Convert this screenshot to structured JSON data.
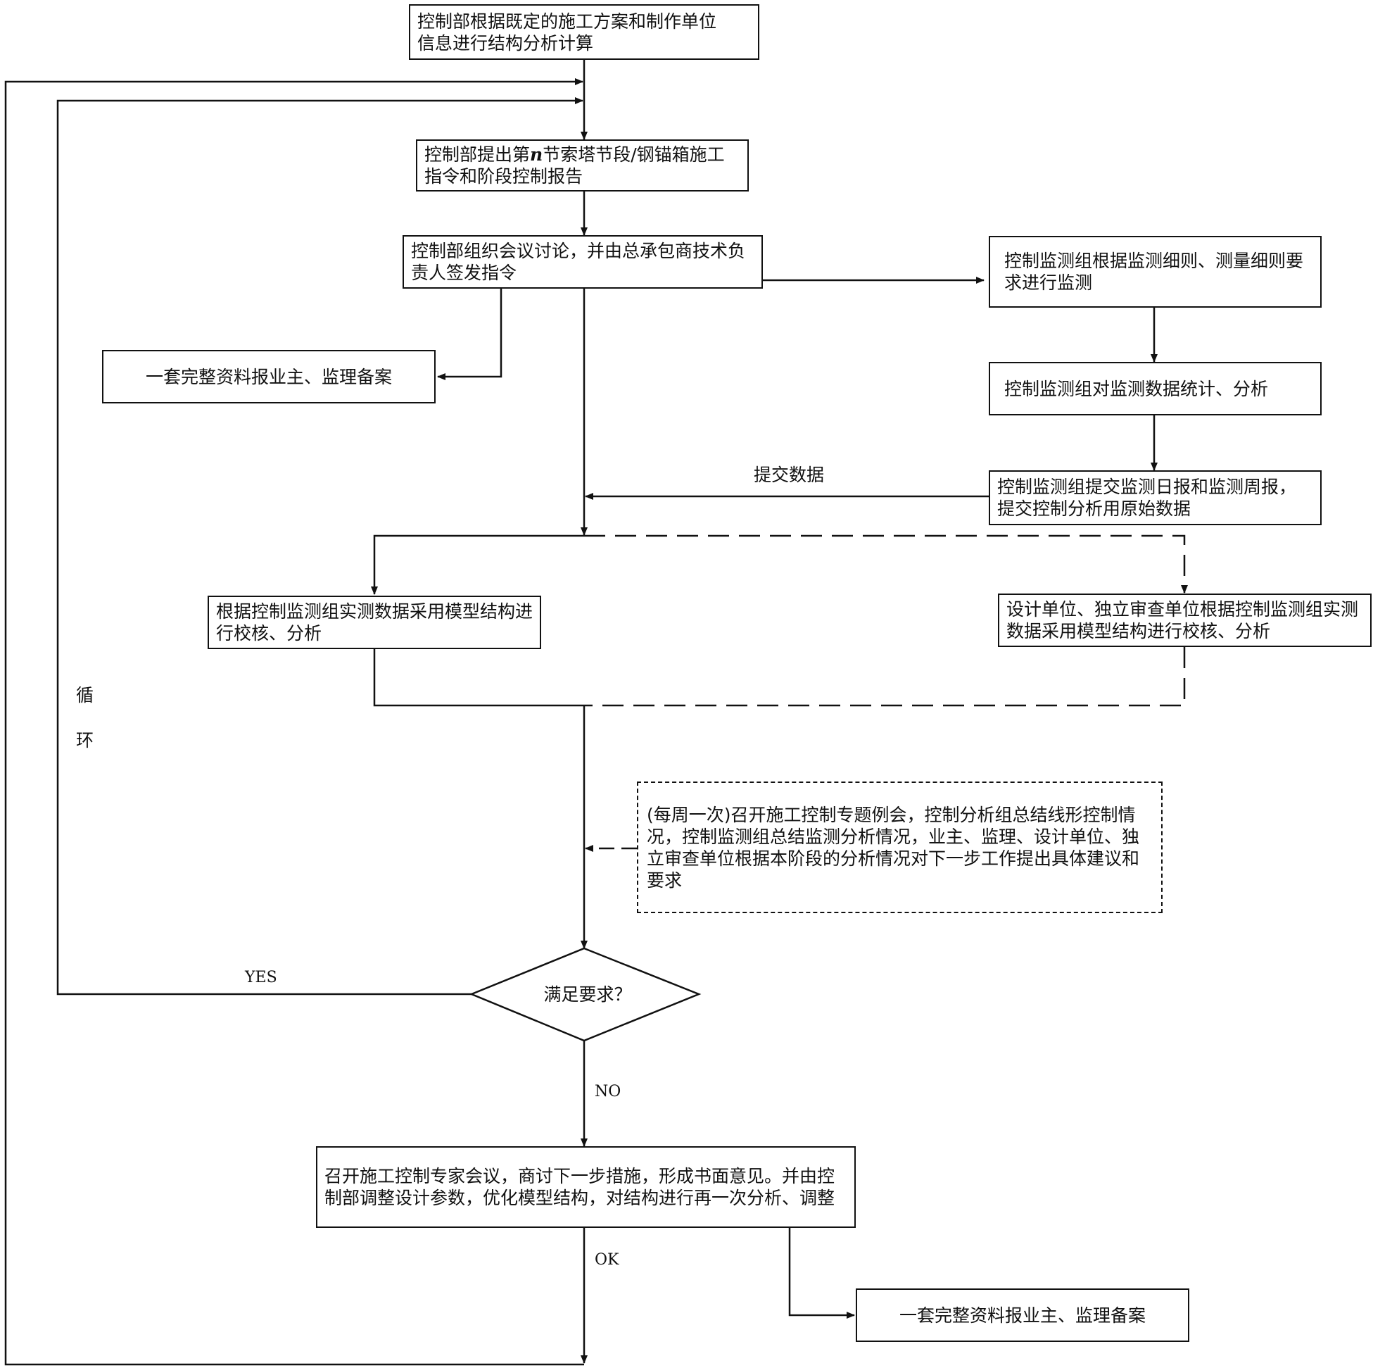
{
  "nodes": {
    "n1": {
      "pre": "控制部根据既定的施工方案和制作单位",
      "post": "信息进行结构分析计算"
    },
    "n2": {
      "pre": "控制部提出第",
      "italic": "n",
      "post": "节索塔节段/钢锚箱施工指令和阶段控制报告"
    },
    "n3": "控制部组织会议讨论，并由总承包商技术负责人签发指令",
    "n4": "一套完整资料报业主、监理备案",
    "n5": "控制监测组根据监测细则、测量细则要求进行监测",
    "n6": "控制监测组对监测数据统计、分析",
    "n7": "控制监测组提交监测日报和监测周报，提交控制分析用原始数据",
    "n8": "根据控制监测组实测数据采用模型结构进行校核、分析",
    "n9": "设计单位、独立审查单位根据控制监测组实测数据采用模型结构进行校核、分析",
    "n10": "(每周一次)召开施工控制专题例会，控制分析组总结线形控制情况，控制监测组总结监测分析情况，业主、监理、设计单位、独立审查单位根据本阶段的分析情况对下一步工作提出具体建议和要求",
    "decision": "满足要求？",
    "n11": "召开施工控制专家会议，商讨下一步措施，形成书面意见。并由控制部调整设计参数，优化模型结构，对结构进行再一次分析、调整",
    "n12": "一套完整资料报业主、监理备案"
  },
  "labels": {
    "submit": "提交数据",
    "loop_1": "循",
    "loop_2": "环",
    "yes": "YES",
    "no": "NO",
    "ok": "OK"
  }
}
